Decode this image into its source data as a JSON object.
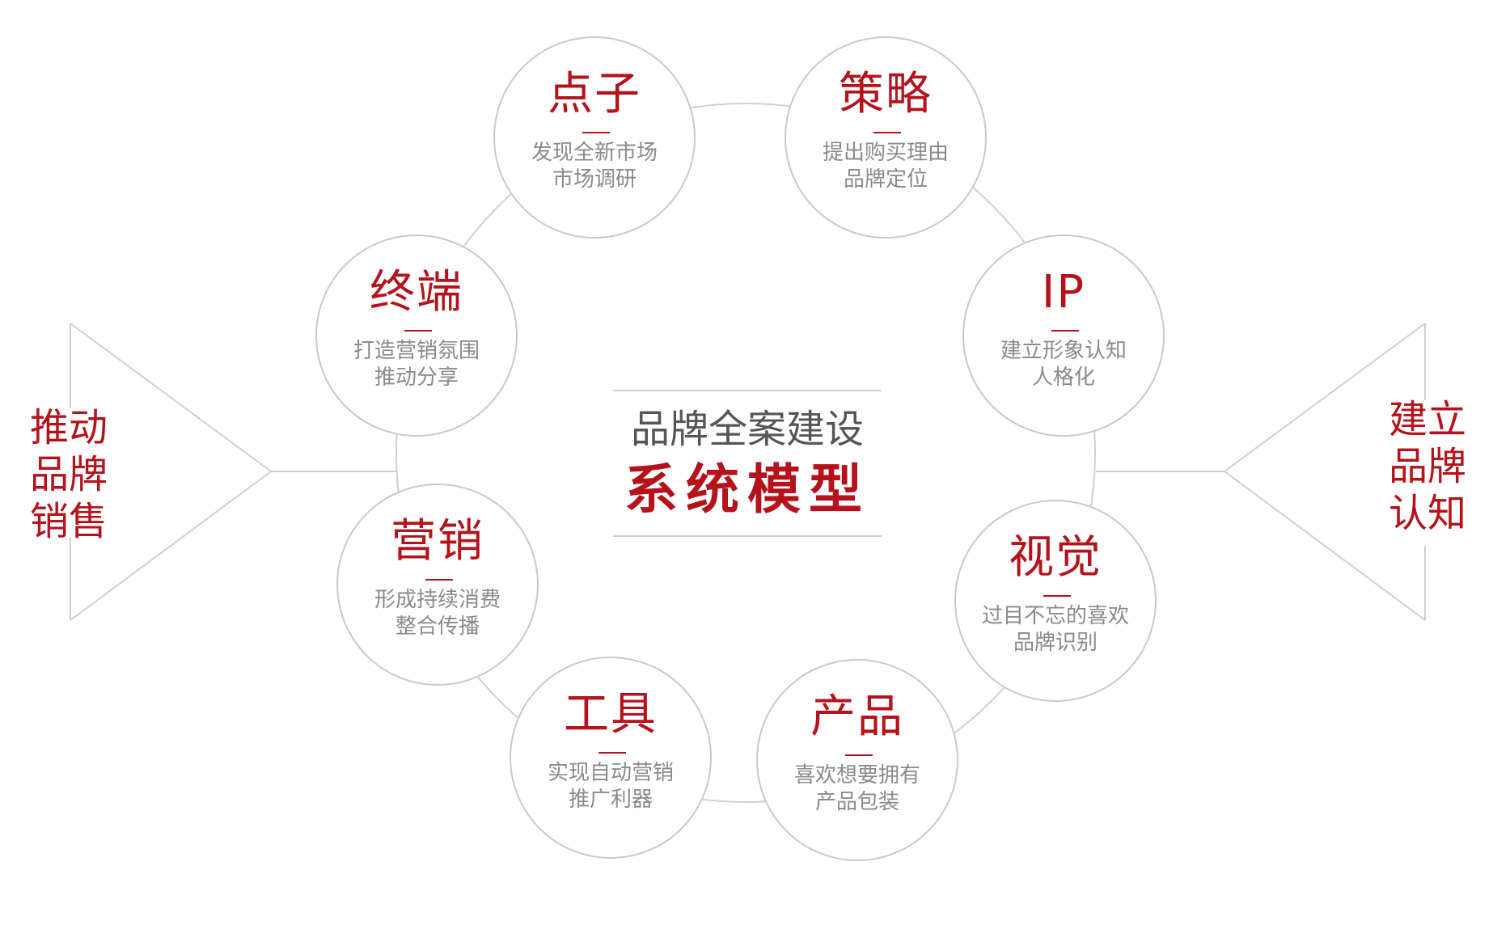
{
  "center": {
    "subtitle": "品牌全案建设",
    "title": "系统模型"
  },
  "left_label": [
    "推动",
    "品牌",
    "销售"
  ],
  "right_label": [
    "建立",
    "品牌",
    "认知"
  ],
  "nodes": [
    {
      "title": "点子",
      "desc1": "发现全新市场",
      "desc2": "市场调研"
    },
    {
      "title": "策略",
      "desc1": "提出购买理由",
      "desc2": "品牌定位"
    },
    {
      "title": "IP",
      "desc1": "建立形象认知",
      "desc2": "人格化"
    },
    {
      "title": "视觉",
      "desc1": "过目不忘的喜欢",
      "desc2": "品牌识别"
    },
    {
      "title": "产品",
      "desc1": "喜欢想要拥有",
      "desc2": "产品包装"
    },
    {
      "title": "工具",
      "desc1": "实现自动营销",
      "desc2": "推广利器"
    },
    {
      "title": "营销",
      "desc1": "形成持续消费",
      "desc2": "整合传播"
    },
    {
      "title": "终端",
      "desc1": "打造营销氛围",
      "desc2": "推动分享"
    }
  ],
  "colors": {
    "accent": "#b5121b",
    "outline": "#c9c9c9",
    "text_gray": "#8a8a8a"
  }
}
